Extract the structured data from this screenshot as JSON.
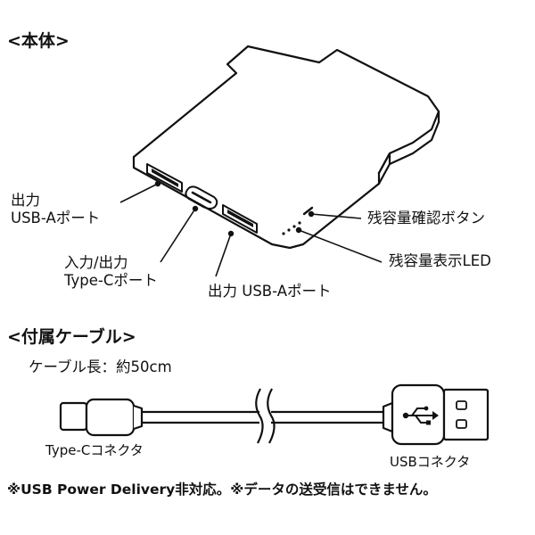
{
  "section_body": {
    "title": "<本体>"
  },
  "callouts": {
    "usb_a_left": {
      "line1": "出力",
      "line2": "USB-Aポート"
    },
    "type_c": {
      "line1": "入力/出力",
      "line2": "Type-Cポート"
    },
    "usb_a_bottom": {
      "text": "出力 USB-Aポート"
    },
    "battery_button": {
      "text": "残容量確認ボタン"
    },
    "battery_led": {
      "text": "残容量表示LED"
    }
  },
  "section_cable": {
    "title": "<付属ケーブル>"
  },
  "cable": {
    "length_label": "ケーブル長：約50cm",
    "left_connector": "Type-Cコネクタ",
    "right_connector": "USBコネクタ"
  },
  "footer_note": "※USB Power Delivery非対応。※データの送受信はできません。",
  "icons": {
    "usb": "usb-trident-icon"
  },
  "colors": {
    "ink": "#111111",
    "background": "#ffffff"
  }
}
